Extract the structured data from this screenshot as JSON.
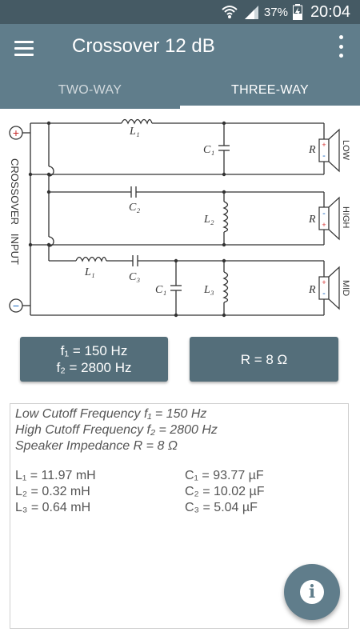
{
  "status": {
    "battery": "37%",
    "time": "20:04"
  },
  "appbar": {
    "title": "Crossover 12 dB"
  },
  "tabs": [
    {
      "label": "TWO-WAY",
      "active": false
    },
    {
      "label": "THREE-WAY",
      "active": true
    }
  ],
  "circuit": {
    "input_label": "CROSSOVER   INPUT",
    "plus": "+",
    "minus": "−",
    "r": "R",
    "low": "LOW",
    "high": "HIGH",
    "mid": "MID",
    "c1": "C₁",
    "c2": "C₂",
    "c3": "C₃",
    "l1": "L₁",
    "l2": "L₂",
    "l3": "L₃"
  },
  "buttons": {
    "freq_line1": "f₁ = 150 Hz",
    "freq_line2": "f₂ = 2800 Hz",
    "impedance": "R = 8 Ω"
  },
  "results": {
    "low_cutoff": "Low Cutoff Frequency f₁ = 150 Hz",
    "high_cutoff": "High Cutoff Frequency f₂ = 2800 Hz",
    "impedance": "Speaker Impedance R = 8 Ω",
    "l1": "L₁ = 11.97 mH",
    "l2": "L₂ = 0.32 mH",
    "l3": "L₃ = 0.64 mH",
    "c1": "C₁ = 93.77 µF",
    "c2": "C₂ = 10.02 µF",
    "c3": "C₃ = 5.04 µF"
  },
  "fab": {
    "icon": "info-icon",
    "glyph": "i"
  },
  "colors": {
    "statusbar": "#455a64",
    "appbar": "#607d8b",
    "button": "#546e7a",
    "speaker_plus": "#d32f2f",
    "speaker_minus": "#1565c0"
  }
}
